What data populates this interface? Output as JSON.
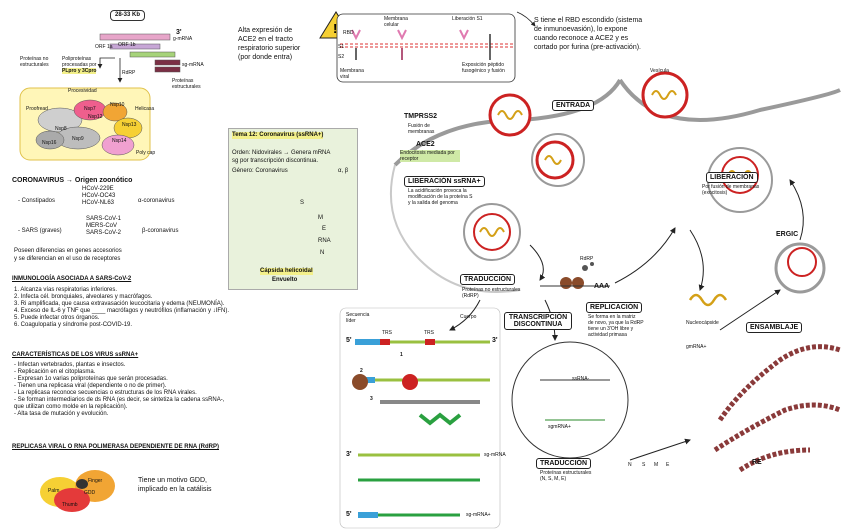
{
  "genome": {
    "size": "28-33 Kb",
    "end3": "3'",
    "orf1a": "ORF 1a",
    "orf1b": "ORF 1b",
    "gRNA": "g-mRNA",
    "sgmRNA": "sg-mRNA",
    "polyproteins_label": "Poliproteínas procesadas por",
    "polyproteins_enzymes": "PLpro y 3Cpro",
    "rdrp": "RdRP",
    "nonstructural_proteins": "Proteínas no estructurales",
    "structural_proteins": "Proteínas estructurales",
    "nsp": {
      "processivity": "Procesividad",
      "proofreading": "Proofread",
      "helicase": "Helicasa",
      "capping": "Poly cap",
      "nsp_labels": [
        "Nsp8",
        "Nsp7",
        "Nsp9",
        "Nsp10",
        "Nsp12",
        "Nsp13",
        "Nsp14",
        "Nsp16"
      ]
    }
  },
  "theme": {
    "title": "Tema 12: Coronavirus (ssRNA+)",
    "order_line1": "Orden: Nidovirales → Genera mRNA",
    "order_line2": "sg por transcripción discontinua.",
    "genus": "Género: Coronavirus",
    "genus_greek": "α, β",
    "parts": [
      "S",
      "M",
      "E",
      "RNA",
      "N"
    ],
    "capsid": "Cápsida helicoidal",
    "envelope": "Envuelto"
  },
  "classification": {
    "head": "CORONAVIRUS → Origen zoonótico",
    "constipados_label": "- Constipados",
    "constipados": [
      "HCoV-229E",
      "HCoV-OC43",
      "HCoV-NL63"
    ],
    "alpha": "α-coronavirus",
    "sars_label": "- SARS (graves)",
    "sars": [
      "SARS-CoV-1",
      "MERS-CoV",
      "SARS-CoV-2"
    ],
    "beta": "β-coronavirus",
    "note_line1": "Poseen diferencias en genes accesorios",
    "note_line2": "y se diferencian en el uso de receptores"
  },
  "immunology": {
    "title": "INMUNOLOGÍA ASOCIADA A SARS-CoV-2",
    "items": [
      "1. Alcanza vías respiratorias inferiores.",
      "2. Infecta cél. bronquiales, alveolares y macrófagos.",
      "3. Ri amplificada, que causa extravasación leucocitaria y edema (NEUMONÍA).",
      "4. Exceso de IL-6 y TNF que ____ macrófagos y neutrófilos (inflamación y ↓IFN).",
      "5. Puede infectar otros órganos.",
      "6. Coagulopatía y síndrome post-COVID-19."
    ]
  },
  "characteristics": {
    "title": "CARACTERÍSTICAS DE LOS VIRUS ssRNA+",
    "items": [
      "- Infectan vertebrados, plantas e insectos.",
      "- Replicación en el citoplasma.",
      "- Expresan 1o varias poliproteínas que serán procesadas.",
      "- Tienen una replicasa viral (dependiente o no de primer).",
      "- La replicasa reconoce secuencias o estructuras de los RNA virales.",
      "- Se forman intermediarios de ds RNA (es decir, se sintetiza la cadena ssRNA-,",
      "  que utilizan como molde en la replicación).",
      "- Alta tasa de mutación y evolución."
    ]
  },
  "replicase": {
    "title": "REPLICASA VIRAL O RNA POLIMERASA DEPENDIENTE DE RNA (RdRP)",
    "text_line1": "Tiene un motivo GDD,",
    "text_line2": "implicado en la catálisis",
    "domains": [
      "Palm",
      "Finger",
      "Thumb",
      "GDD"
    ]
  },
  "entry": {
    "ace2_text_line1": "Alta expresión de",
    "ace2_text_line2": "ACE2 en el tracto",
    "ace2_text_line3": "respiratorio superior",
    "ace2_text_line4": "(por donde entra)",
    "membrane_cell": "Membrana celular",
    "membrane_viral": "Membrana viral",
    "release": "Liberación S1",
    "s1": "S1",
    "s2": "S2",
    "rbd": "RBD",
    "exposition": "Exposición péptido fusogénico y fusión",
    "rbd_text_line1": "S tiene el RBD escondido (sistema",
    "rbd_text_line2": "de inmunoevasión), lo expone",
    "rbd_text_line3": "cuando reconoce a ACE2 y es",
    "rbd_text_line4": "cortado por furina (pre-activación)."
  },
  "cycle": {
    "tmprss2": "TMPRSS2",
    "tmprss2_sub": "Fusión de membranas",
    "ace2": "ACE2",
    "ace2_sub": "Endocitosis mediada por receptor",
    "entrada": "ENTRADA",
    "vesicle": "Vesícula",
    "release_box": "LIBERACIÓN",
    "release_sub": "Por fusión de membranas (exocitosis)",
    "ssrna_release": "LIBERACIÓN ssRNA+",
    "ssrna_sub_line1": "La acidificación provoca la",
    "ssrna_sub_line2": "modificación de la proteína S",
    "ssrna_sub_line3": "y la salida del genoma",
    "translation1": "TRADUCCIÓN",
    "translation1_sub": "Proteínas no estructurales (RdRP)",
    "rdrp": "RdRP",
    "aaa": "AAA",
    "ergic": "ERGIC",
    "assembly": "ENSAMBLAJE",
    "nucleocapsid": "Nucleocápside",
    "gRNA": "gmRNA+",
    "discontinuous": "TRANSCRIPCIÓN DISCONTINUA",
    "replication": "REPLICACIÓN",
    "replication_sub_line1": "Se forma en la matriz",
    "replication_sub_line2": "de novo, ya que la RdRP",
    "replication_sub_line3": "tiene un 3'OH libre y",
    "replication_sub_line4": "actividad primasa",
    "translation2": "TRADUCCIÓN",
    "translation2_sub_line1": "Proteínas estructurales",
    "translation2_sub_line2": "(N, S, M, E)",
    "proteins": [
      "N",
      "S",
      "M",
      "E"
    ],
    "re": "RE",
    "ssRNAminus": "ssRNA-",
    "sgRNA": "sgmRNA+"
  },
  "transcription": {
    "leader_label": "Secuencia líder",
    "trs": "TRS",
    "body": "Cuerpo",
    "five": "5'",
    "three": "3'",
    "five2": "5'",
    "three2": "3'",
    "sg_label": "sg-mRNA",
    "sg_label2": "sg-mRNA+",
    "steps": [
      "1",
      "2",
      "3"
    ]
  }
}
